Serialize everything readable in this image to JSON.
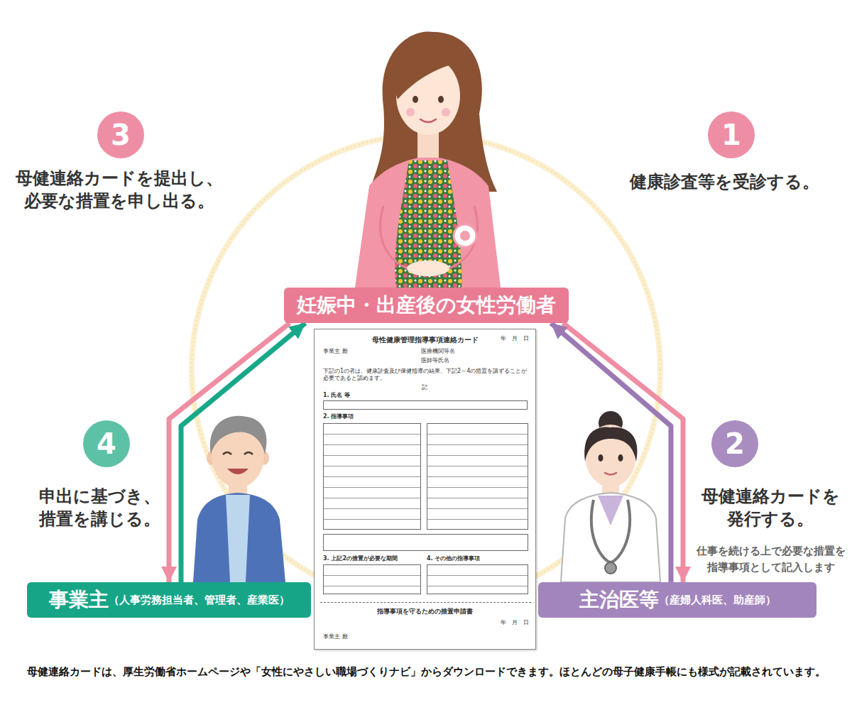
{
  "diagram": {
    "caption": "母健連絡カードは、厚生労働省ホームページや「女性にやさしい職場づくりナビ」からダウンロードできます。ほとんどの母子健康手帳にも様式が記載されています。",
    "nodes": [
      {
        "text": [
          "3"
        ]
      },
      {
        "text": [
          "1"
        ]
      },
      {
        "text": [
          "妊娠中・出産後の女性労働者"
        ]
      },
      {
        "text": [
          "母性健康管理指導事項連絡カード"
        ]
      },
      {
        "text": [
          "4"
        ]
      },
      {
        "text": [
          "2"
        ]
      },
      {
        "text": [
          "事業主",
          "（人事労務担当者、管理者、産業医）"
        ]
      },
      {
        "text": [
          "主治医等",
          "（産婦人科医、助産師）"
        ]
      }
    ],
    "edges": [
      {
        "from": 2,
        "to": 6,
        "arrow": "to"
      },
      {
        "from": 6,
        "to": 2,
        "arrow": "to"
      },
      {
        "from": 2,
        "to": 7,
        "arrow": "to"
      },
      {
        "from": 7,
        "to": 2,
        "arrow": "to"
      }
    ],
    "labels": [
      "母健連絡カードを提出し、必要な措置を申し出る。",
      "健康診査等を受診する。",
      "申出に基づき、措置を講じる。",
      "母健連絡カードを発行する。",
      "仕事を続ける上で必要な措置を指導事項として記入します",
      "年　月　日",
      "事業主 殿",
      "医療機関等名",
      "医師等氏名",
      "下記の1の者は、健康診査及び保健指導の結果、下記2～4の措置を講ずることが必要であると認めます。",
      "記",
      "1. 氏名 等",
      "2. 指導事項",
      "3. 上記2の措置が必要な期間",
      "4. その他の指導事項",
      "指導事項を守るための措置申請書",
      "年　月　日",
      "事業主 殿"
    ]
  }
}
